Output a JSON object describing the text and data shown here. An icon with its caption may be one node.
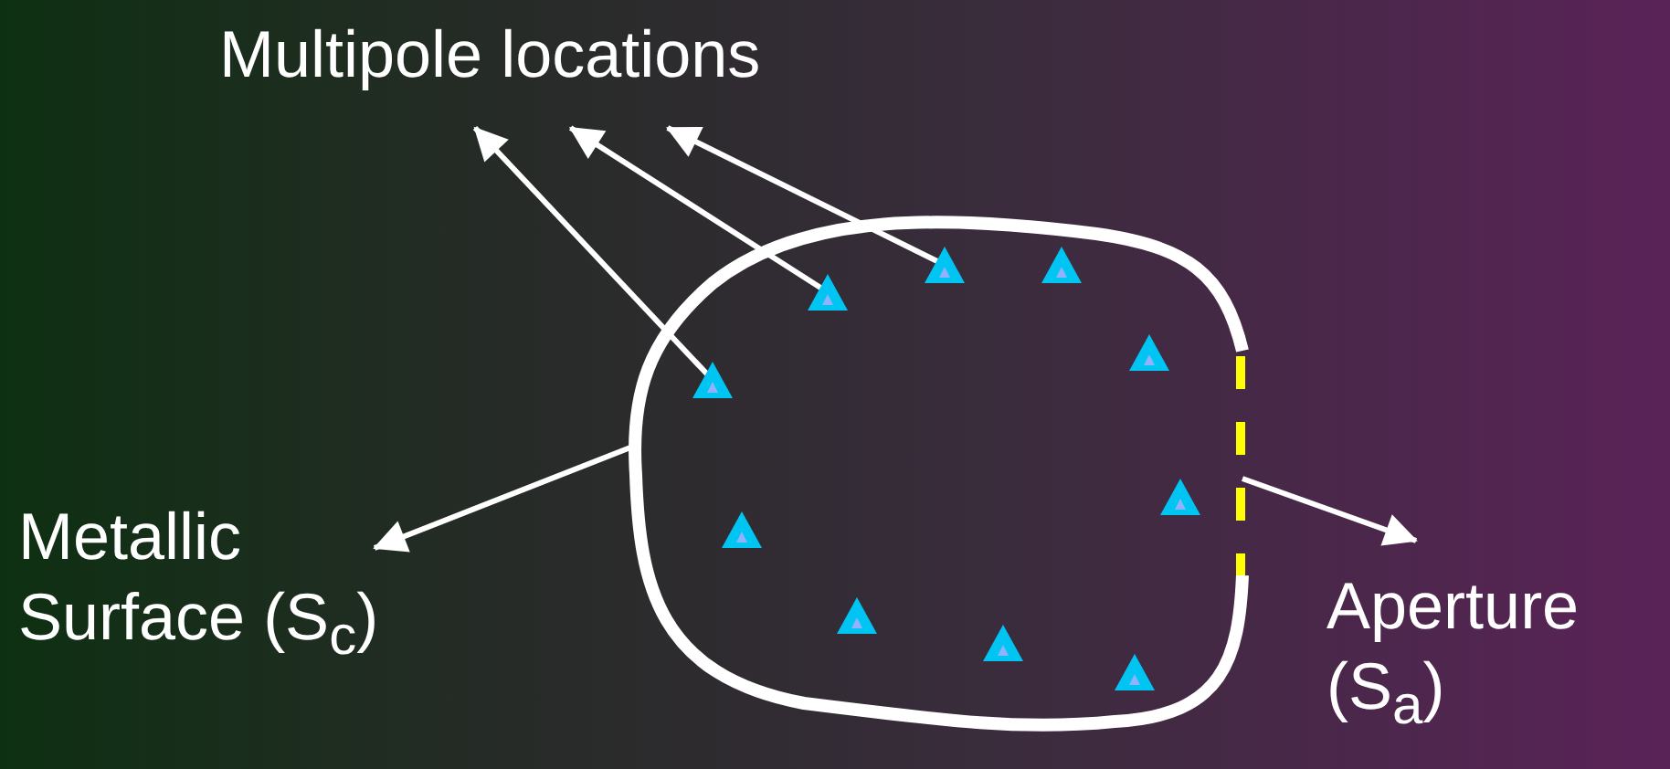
{
  "diagram": {
    "nodes": [
      {
        "text": [
          "Multipole locations"
        ]
      },
      {
        "text": [],
        "shape": "loop"
      },
      {
        "text": [],
        "shape": "triangle",
        "in": 1
      },
      {
        "text": [],
        "shape": "triangle",
        "in": 1
      },
      {
        "text": [],
        "shape": "triangle",
        "in": 1
      },
      {
        "text": [],
        "shape": "triangle",
        "in": 1
      },
      {
        "text": [],
        "shape": "triangle",
        "in": 1
      },
      {
        "text": [],
        "shape": "triangle",
        "in": 1
      },
      {
        "text": [],
        "shape": "triangle",
        "in": 1
      },
      {
        "text": [],
        "shape": "triangle",
        "in": 1
      },
      {
        "text": [],
        "shape": "triangle",
        "in": 1
      },
      {
        "text": [],
        "shape": "triangle",
        "in": 1
      },
      {
        "text": [],
        "shape": "line",
        "in": 1
      },
      {
        "text": [
          "Metallic Surface (S$_{c}$)"
        ]
      },
      {
        "text": [
          "Aperture (S$_{a}$)"
        ]
      }
    ],
    "edges": [
      {
        "from": 2,
        "to": 0,
        "arrow": "to"
      },
      {
        "from": 4,
        "to": 0,
        "arrow": "to"
      },
      {
        "from": 6,
        "to": 0,
        "arrow": "to"
      },
      {
        "from": 1,
        "to": 13,
        "arrow": "to"
      },
      {
        "from": 12,
        "to": 14,
        "arrow": "to"
      }
    ]
  }
}
